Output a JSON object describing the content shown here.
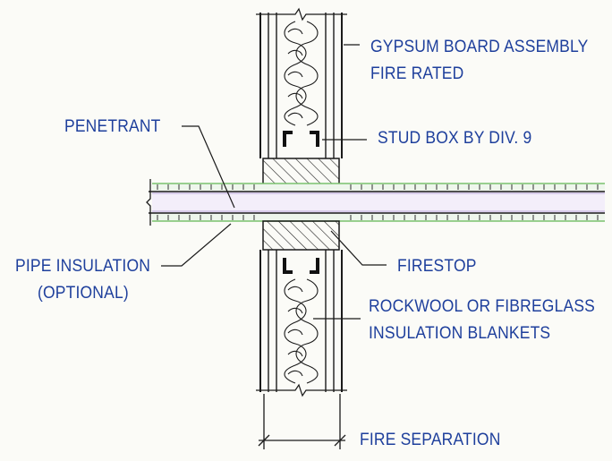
{
  "labels": {
    "gypsum_line1": "GYPSUM BOARD ASSEMBLY",
    "gypsum_line2": "FIRE RATED",
    "penetrant": "PENETRANT",
    "stud_box": "STUD BOX BY DIV. 9",
    "pipe_insulation_line1": "PIPE INSULATION",
    "pipe_insulation_line2": "(OPTIONAL)",
    "firestop": "FIRESTOP",
    "rockwool_line1": "ROCKWOOL OR FIBREGLASS",
    "rockwool_line2": "INSULATION BLANKETS",
    "fire_separation": "FIRE SEPARATION"
  },
  "colors": {
    "ink": "#1a1a1a",
    "label_text": "#1e3f9c",
    "pipe_insulation_band": "#7ac16e",
    "pipe_bore_tint": "#d6c9ea",
    "background": "#fbfbf7"
  }
}
